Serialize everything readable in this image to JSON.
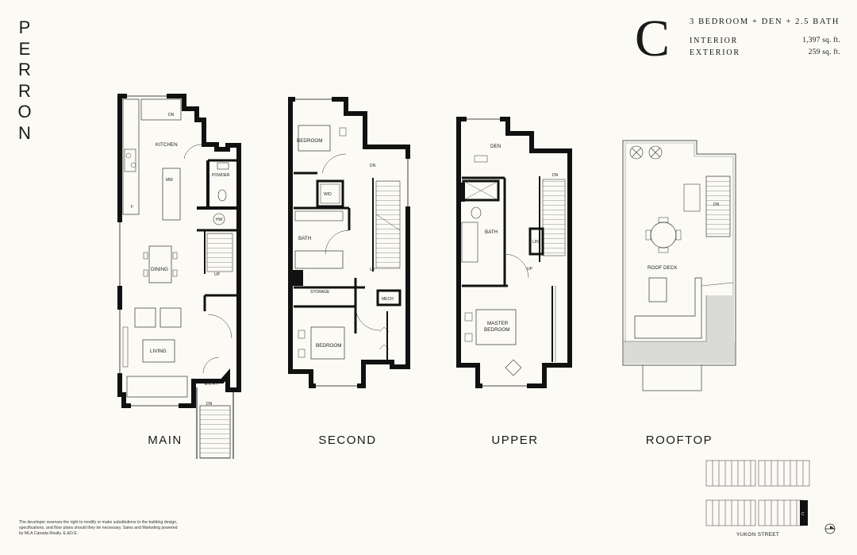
{
  "brand": {
    "letters": [
      "P",
      "E",
      "R",
      "R",
      "O",
      "N"
    ]
  },
  "plan": {
    "letter": "C",
    "type": "3 BEDROOM + DEN + 2.5 BATH",
    "interior_label": "INTERIOR",
    "interior_value": "1,397 sq. ft.",
    "exterior_label": "EXTERIOR",
    "exterior_value": "259 sq. ft."
  },
  "floors": {
    "main": {
      "label": "MAIN",
      "rooms": {
        "kitchen": "KITCHEN",
        "dn": "DN",
        "powder": "POWDER",
        "mw": "MW",
        "hw": "HW",
        "f": "F",
        "dining": "DINING",
        "up": "UP",
        "living": "LIVING",
        "entry": "ENTRY",
        "stair_dn": "DN"
      }
    },
    "second": {
      "label": "SECOND",
      "rooms": {
        "bedroom_top": "BEDROOM",
        "dn": "DN",
        "wd": "W/D",
        "bath": "BATH",
        "up": "UP",
        "storage": "STORAGE",
        "mech": "MECH",
        "bedroom_bottom": "BEDROOM"
      }
    },
    "upper": {
      "label": "UPPER",
      "rooms": {
        "den": "DEN",
        "dn": "DN",
        "bath": "BATH",
        "lin": "LIN",
        "up": "UP",
        "master": "MASTER",
        "bedroom": "BEDROOM"
      }
    },
    "rooftop": {
      "label": "ROOFTOP",
      "rooms": {
        "dn": "DN",
        "roof_deck": "ROOF DECK"
      }
    }
  },
  "key_plan": {
    "street": "YUKON STREET",
    "unit": "C"
  },
  "disclaimer": "The developer reserves the right to modify or make substitutions to the building design, specifications, and floor plans should they be necessary. Sales and Marketing powered by MLA Canada Realty. E.&O.E."
}
